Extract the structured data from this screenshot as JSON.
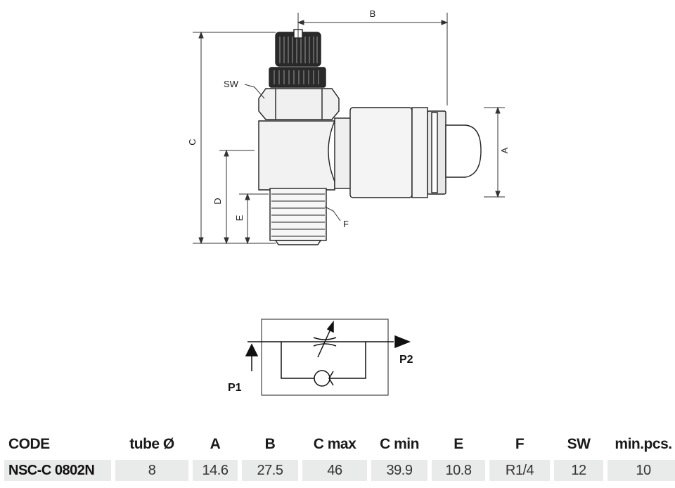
{
  "drawing": {
    "dimension_labels": {
      "a": "A",
      "b": "B",
      "c": "C",
      "d": "D",
      "e": "E",
      "f": "F",
      "sw": "SW"
    },
    "ports": {
      "p1": "P1",
      "p2": "P2"
    }
  },
  "table": {
    "headers": [
      "CODE",
      "tube Ø",
      "A",
      "B",
      "C max",
      "C min",
      "E",
      "F",
      "SW",
      "min.pcs."
    ],
    "rows": [
      [
        "NSC-C 0802N",
        "8",
        "14.6",
        "27.5",
        "46",
        "39.9",
        "10.8",
        "R1/4",
        "12",
        "10"
      ]
    ]
  }
}
